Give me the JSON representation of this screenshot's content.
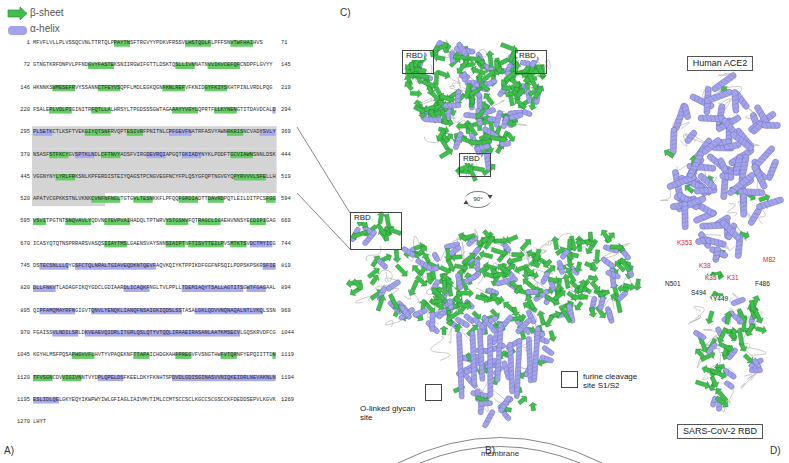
{
  "diagram": {
    "nodes": [
      {
        "text": [
          "RBD"
        ]
      },
      {
        "text": [
          "RBD"
        ]
      },
      {
        "text": [
          "RBD"
        ]
      },
      {
        "text": [
          "RBD"
        ]
      },
      {
        "text": [
          "O-linked glycan site"
        ]
      },
      {
        "text": [
          "furine cleavage site S1/S2"
        ]
      },
      {
        "text": [
          "Human ACE2"
        ]
      },
      {
        "text": [
          "SARS-CoV-2 RBD"
        ]
      }
    ],
    "labels": [
      "1",
      "MFVFLVLLPLVSSQCVNLTTRTQLPPAYTNSFTRGVYYPDKVFRSSVLHSTQDLFLPFFSNVTWFHAIHVS",
      "71",
      "72",
      "GTNGTKRFDNPVLPFNDGVYFASTEKSNIIRGWIFGTTLDSKTQSLLIVNNATNVVIKVCEFQFCNDPFLGVYY",
      "145",
      "146",
      "HKNNKSWMESEFRVYSSANNCTFEYVSQPFLMDLEGKQGNFKNLREFVFKNIDGYFKIYSKHTPINLVRDLPQG",
      "219",
      "220",
      "FSALEPLVDLPIGINITRFQTLLALHRSYLTPGDSSSGWTAGAAAYYVGYLQPRTFLLKYNENGTITDAVDCALD",
      "294",
      "295",
      "PLSETKCTLKSFTVEKGIYQTSNFRVQPTESIVRFPNITNLCPFGEVFNATRFASVYAWNRKRISNCVADYSVLY",
      "369",
      "370",
      "NSASFSTFKCYGVSPTKLNDLCFTNVYADSFVIRGDEVRQIAPGQTGKIADYNYKLPDDFTGCVIAWNSNNLDSK",
      "444",
      "445",
      "VGGNYNYLYRLFRKSNLKPFERDISTEIYQAGSTPCNGVEGFNCYFPLQSYGFQPTNGVGYQPYRVVVLSFELLH",
      "519",
      "520",
      "APATVCGPKKSTNLVKNKCVNFNFNGLTGTGVLTESNKKFLPFQQFGRDIADTTDAVRDPQTLEILDITPCSFGG",
      "594",
      "595",
      "VSVITPGTNTSNQVAVLYQDVNCTEVPVAIHADQLTPTWRVYSTGSNVFQTRAGCLIGAEHVNNSYECDIPIGAG",
      "669",
      "670",
      "ICASYQTQTNSPRRARSVASQSIIAYTMSLGAENSVAYSNNSIAIPTNFTISVTTEILPVSMTKTSVDCTMYICG",
      "744",
      "745",
      "DSTECSNLLLQYGSFCTQLNRALTGIAVEQDKNTQEVFAQVKQIYKTPPIKDFGGFNFSQILPDPSKPSKRSFIE",
      "819",
      "820",
      "DLLFNKVTLADAGFIKQYGDCLGDIAARDLICAQKFNGLTVLPPLLTDEMIAQYTSALLAGTITSGWTFGAGAAL",
      "894",
      "895",
      "QIPFAMQMAYRFNGIGVTQNVLYENQKLIANQFNSAIGKIQDSLSSTASALGKLQDVVNQNAQALNTLVKQLSSN",
      "969",
      "970",
      "FGAISSVLNDILSRLDKVEAEVQIDRLITGRLQSLQTYVTQQLIRAAEIRASANLAATKMSECVLGQSKRVDFCG",
      "1044",
      "1045",
      "KGYHLMSFPQSAPHGVVFLHVTYVPAQEKNFTTAPAICHDGKAHFPREGVFVSNGTHWFVTQRNFYEPQIITTDN",
      "1119",
      "1120",
      "TFVSGNCDVVIGIVNNTVYDPLQPELDSFKEELDKYFKNHTSPDVDLGDISGINASVVNIQKEIDRLNEVAKNLN",
      "1194",
      "1195",
      "ESLIDLQELGKYEQYIKWPWYIWLGFIAGLIAIVMVTIMLCCMTSCCSCLKGCCSCGSCCKFDEDDSEPVLKGVK",
      "1269",
      "1270",
      "LHYT",
      "A)",
      "C)",
      "90°",
      "B)",
      "membrane",
      "D)",
      "K353",
      "M82",
      "K38",
      "K35",
      "K31",
      "N501",
      "F486",
      "S494",
      "Y449"
    ],
    "legend": [
      {
        "text": "β-sheet"
      },
      {
        "text": "α-helix",
        "color": "#a3a3ea"
      }
    ]
  }
}
